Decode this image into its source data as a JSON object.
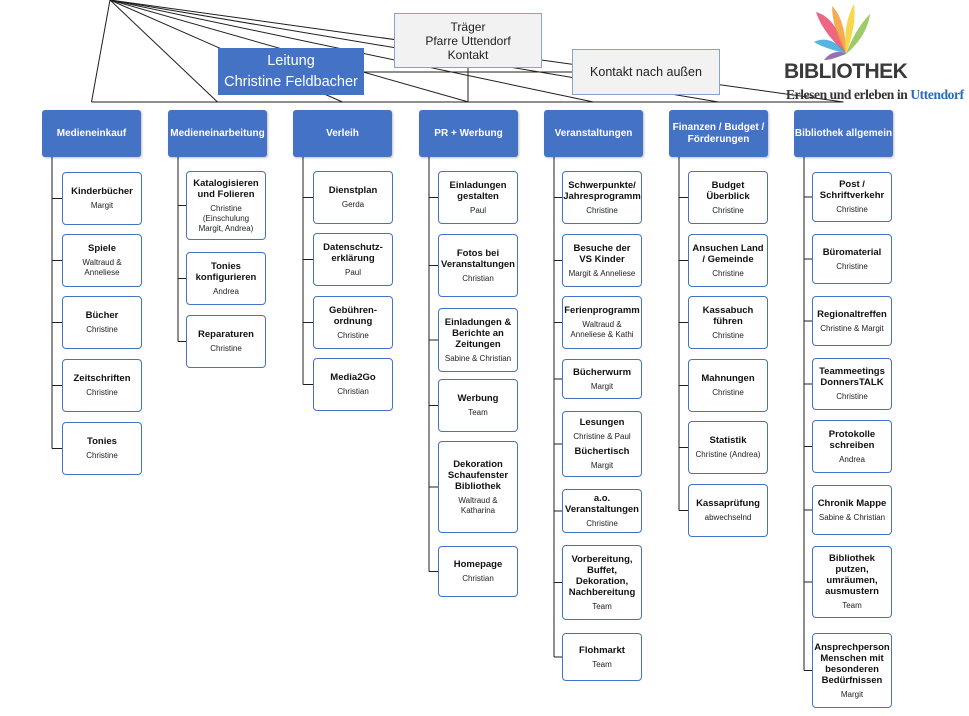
{
  "traeger": {
    "line1": "Träger",
    "line2": "Pfarre Uttendorf",
    "line3": "Kontakt"
  },
  "leitung": {
    "line1": "Leitung",
    "line2": "Christine Feldbacher"
  },
  "kontakt": {
    "label": "Kontakt  nach außen"
  },
  "logo": {
    "wordmark": "BIBLIOTHEK",
    "tagline": "Erlesen und erleben in",
    "place": "Uttendorf",
    "colors": [
      "#e84c6c",
      "#f39c33",
      "#f7d23a",
      "#8bc34a",
      "#29a3d8",
      "#7b4fa0"
    ]
  },
  "colors": {
    "header": "#4472c4",
    "border": "#4472c4",
    "line": "#1f1f1f",
    "top_box": "#f2f2f2"
  },
  "columns": [
    {
      "title": "Medieneinkauf",
      "tasks": [
        {
          "name": "Kinderbücher",
          "person": "Margit"
        },
        {
          "name": "Spiele",
          "person": "Waltraud & Anneliese"
        },
        {
          "name": "Bücher",
          "person": "Christine"
        },
        {
          "name": "Zeitschriften",
          "person": "Christine"
        },
        {
          "name": "Tonies",
          "person": "Christine"
        }
      ]
    },
    {
      "title": "Medieneinarbeitung",
      "tasks": [
        {
          "name": "Katalogisieren und Folieren",
          "person": "Christine (Einschulung Margit, Andrea)"
        },
        {
          "name": "Tonies konfigurieren",
          "person": "Andrea"
        },
        {
          "name": "Reparaturen",
          "person": "Christine"
        }
      ]
    },
    {
      "title": "Verleih",
      "tasks": [
        {
          "name": "Dienstplan",
          "person": "Gerda"
        },
        {
          "name": "Datenschutz-erklärung",
          "person": "Paul"
        },
        {
          "name": "Gebühren-ordnung",
          "person": "Christine"
        },
        {
          "name": "Media2Go",
          "person": "Christian"
        }
      ]
    },
    {
      "title": "PR + Werbung",
      "tasks": [
        {
          "name": "Einladungen gestalten",
          "person": "Paul"
        },
        {
          "name": "Fotos bei Veranstaltungen",
          "person": "Christian"
        },
        {
          "name": "Einladungen & Berichte an Zeitungen",
          "person": "Sabine & Christian"
        },
        {
          "name": "Werbung",
          "person": "Team"
        },
        {
          "name": "Dekoration Schaufenster Bibliothek",
          "person": "Waltraud & Katharina"
        },
        {
          "name": "Homepage",
          "person": "Christian"
        }
      ]
    },
    {
      "title": "Veranstaltungen",
      "tasks": [
        {
          "name": "Schwerpunkte/ Jahresprogramm",
          "person": "Christine"
        },
        {
          "name": "Besuche der VS Kinder",
          "person": "Margit & Anneliese"
        },
        {
          "name": "Ferienprogramm",
          "person": "Waltraud & Anneliese & Kathi"
        },
        {
          "name": "Bücherwurm",
          "person": "Margit"
        },
        {
          "name": "Lesungen",
          "person": "Christine & Paul",
          "name2": "Büchertisch",
          "person2": "Margit"
        },
        {
          "name": "a.o. Veranstaltungen",
          "person": "Christine"
        },
        {
          "name": "Vorbereitung, Buffet, Dekoration, Nachbereitung",
          "person": "Team"
        },
        {
          "name": "Flohmarkt",
          "person": "Team"
        }
      ]
    },
    {
      "title": "Finanzen / Budget / Förderungen",
      "tasks": [
        {
          "name": "Budget Überblick",
          "person": "Christine"
        },
        {
          "name": "Ansuchen Land / Gemeinde",
          "person": "Christine"
        },
        {
          "name": "Kassabuch führen",
          "person": "Christine"
        },
        {
          "name": "Mahnungen",
          "person": "Christine"
        },
        {
          "name": "Statistik",
          "person": "Christine (Andrea)"
        },
        {
          "name": "Kassaprüfung",
          "person": "abwechselnd"
        }
      ]
    },
    {
      "title": "Bibliothek allgemein",
      "tasks": [
        {
          "name": "Post / Schriftverkehr",
          "person": "Christine"
        },
        {
          "name": "Büromaterial",
          "person": "Christine"
        },
        {
          "name": "Regionaltreffen",
          "person": "Christine & Margit"
        },
        {
          "name": "Teammeetings DonnersTALK",
          "person": "Christine"
        },
        {
          "name": "Protokolle schreiben",
          "person": "Andrea"
        },
        {
          "name": "Chronik Mappe",
          "person": "Sabine & Christian"
        },
        {
          "name": "Bibliothek putzen, umräumen, ausmustern",
          "person": "Team"
        },
        {
          "name": "Ansprechperson Menschen mit besonderen Bedürfnissen",
          "person": "Margit"
        }
      ]
    }
  ]
}
